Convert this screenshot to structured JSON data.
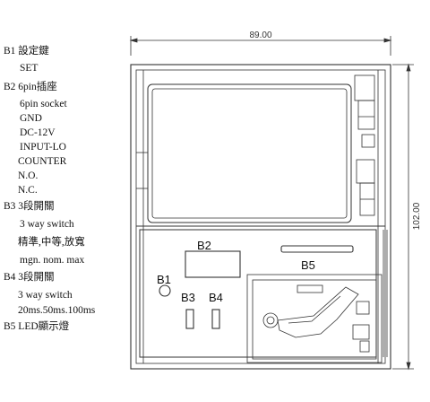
{
  "legend": {
    "b1_title": "B1 設定鍵",
    "b1_set": "SET",
    "b2_title": "B2 6pin插座",
    "b2_socket": "6pin socket",
    "b2_gnd": "GND",
    "b2_dc": "DC-12V",
    "b2_input": "INPUT-LO",
    "b2_counter": "COUNTER",
    "b2_no": "N.O.",
    "b2_nc": "N.C.",
    "b3_title": "B3 3段開關",
    "b3_switch": "3 way switch",
    "b3_cn": "精準,中等,放寬",
    "b3_en": "mgn. nom. max",
    "b4_title": "B4 3段開關",
    "b4_switch": "3 way switch",
    "b4_ms": "20ms.50ms.100ms",
    "b5_title": "B5 LED顯示燈"
  },
  "drawing": {
    "width_dim": "89.00",
    "height_dim": "102.00",
    "b1": "B1",
    "b2": "B2",
    "b3": "B3",
    "b4": "B4",
    "b5": "B5"
  }
}
